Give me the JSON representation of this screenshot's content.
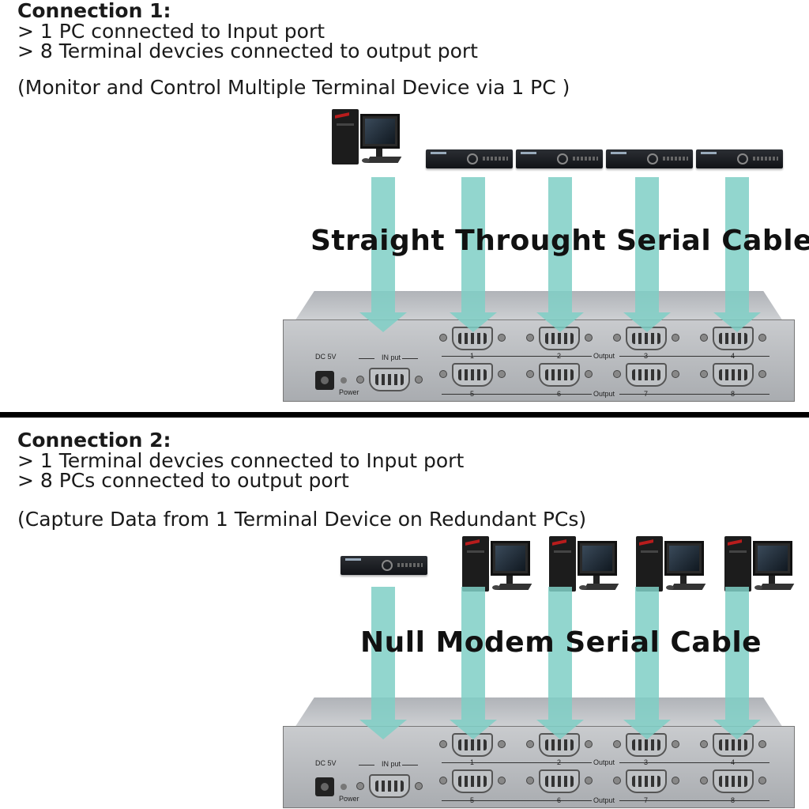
{
  "connection1": {
    "heading": "Connection 1:",
    "line1": "> 1 PC connected to Input port",
    "line2": "> 8 Terminal devcies connected to output port",
    "note": "(Monitor and Control Multiple Terminal Device via 1 PC )",
    "cable_label": "Straight Throught Serial Cable"
  },
  "connection2": {
    "heading": "Connection 2:",
    "line1": "> 1 Terminal devcies connected to Input port",
    "line2": "> 8 PCs connected to output port",
    "note": "(Capture Data from 1 Terminal Device on Redundant PCs)",
    "cable_label": "Null Modem Serial Cable"
  },
  "device_panel": {
    "power_label": "DC 5V",
    "power_led_label": "Power",
    "input_label": "IN put",
    "output_label": "Output",
    "ports_top": [
      "1",
      "2",
      "3",
      "4"
    ],
    "ports_bottom": [
      "5",
      "6",
      "7",
      "8"
    ]
  },
  "colors": {
    "arrow": "#7fcfc6",
    "divider": "#000000",
    "device": "#bfc2c5"
  },
  "icons": [
    "pc-icon",
    "dvr-terminal-icon",
    "serial-switch-device",
    "db9-port-icon"
  ]
}
